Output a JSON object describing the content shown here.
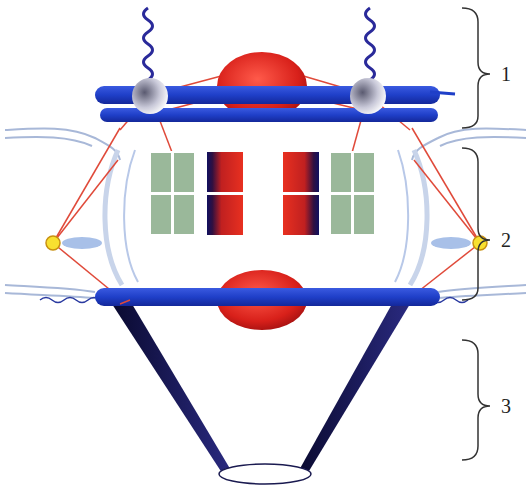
{
  "diagram": {
    "labels": [
      "1",
      "2",
      "3"
    ]
  }
}
